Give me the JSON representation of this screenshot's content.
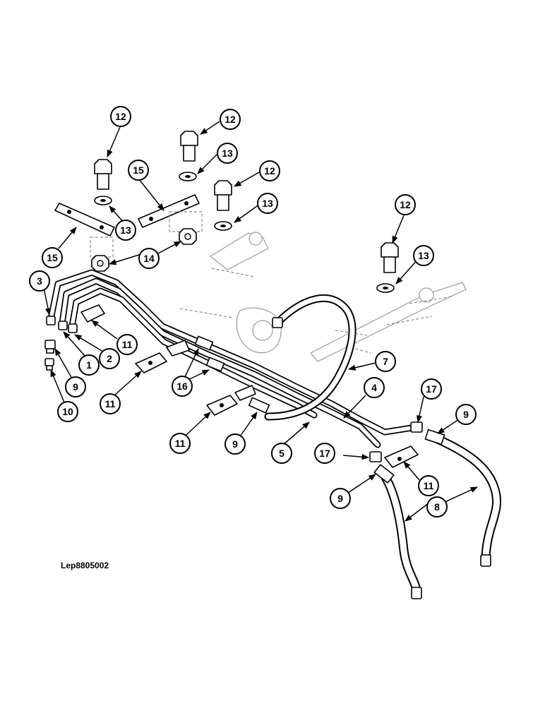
{
  "drawing": {
    "reference_code": "Lep8805002"
  },
  "callouts": {
    "c12a": "12",
    "c12b": "12",
    "c12c": "12",
    "c12d": "12",
    "c13a": "13",
    "c13b": "13",
    "c13c": "13",
    "c13d": "13",
    "c15a": "15",
    "c15b": "15",
    "c14": "14",
    "c3": "3",
    "c1": "1",
    "c2": "2",
    "c11a": "11",
    "c11b": "11",
    "c11c": "11",
    "c11d": "11",
    "c9a": "9",
    "c9b": "9",
    "c9c": "9",
    "c9d": "9",
    "c10": "10",
    "c16": "16",
    "c7": "7",
    "c4": "4",
    "c5": "5",
    "c17a": "17",
    "c17b": "17",
    "c8": "8"
  }
}
